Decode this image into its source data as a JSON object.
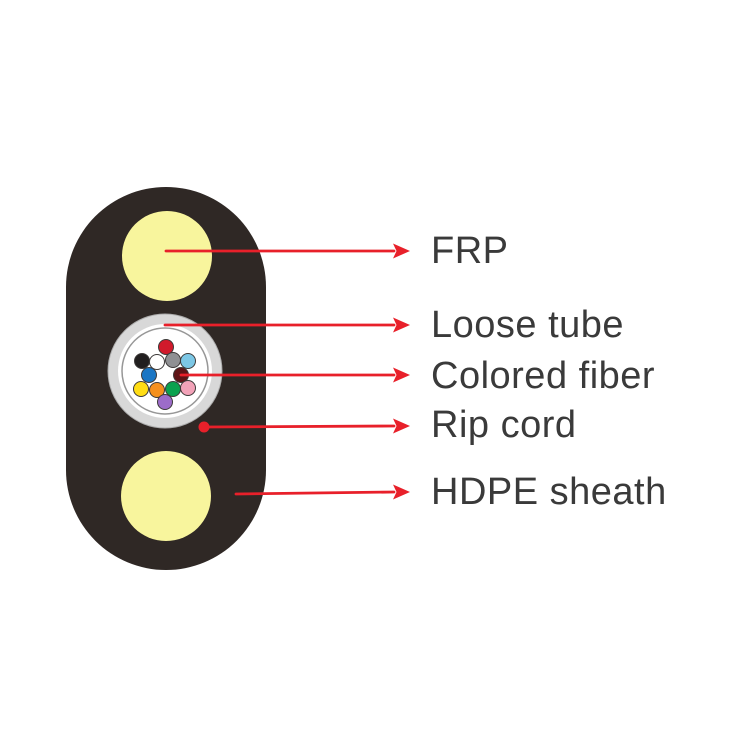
{
  "page": {
    "background": "#ffffff",
    "description": "Flat drop fiber optic cable cross-section diagram"
  },
  "cable": {
    "sheath_color": "#2f2825",
    "frp_color": "#f8f59d",
    "tube_ring_color": "#d8d8d8",
    "tube_ring_stroke": "#adadad",
    "tube_inner_stroke": "#979797",
    "tube_core_color": "#ffffff",
    "fiber_outline": "#3d3a39",
    "rip_cord_color": "#e8202a",
    "fibers": [
      {
        "name": "red",
        "hex": "#d11a2b"
      },
      {
        "name": "black",
        "hex": "#221f1f"
      },
      {
        "name": "white",
        "hex": "#ffffff"
      },
      {
        "name": "slate",
        "hex": "#8f9093"
      },
      {
        "name": "aqua",
        "hex": "#7cc7e5"
      },
      {
        "name": "blue",
        "hex": "#1b76c4"
      },
      {
        "name": "brown",
        "hex": "#5e1416"
      },
      {
        "name": "yellow",
        "hex": "#ffdd15"
      },
      {
        "name": "orange",
        "hex": "#f5901e"
      },
      {
        "name": "green",
        "hex": "#0ba14f"
      },
      {
        "name": "rose",
        "hex": "#f2a2b8"
      },
      {
        "name": "violet",
        "hex": "#9c6cc9"
      }
    ]
  },
  "annotations": {
    "arrow_color": "#e8202a",
    "text_color": "#3a3a3a",
    "items": [
      {
        "label": "FRP"
      },
      {
        "label": "Loose tube"
      },
      {
        "label": "Colored fiber"
      },
      {
        "label": "Rip cord"
      },
      {
        "label": "HDPE sheath"
      }
    ]
  }
}
